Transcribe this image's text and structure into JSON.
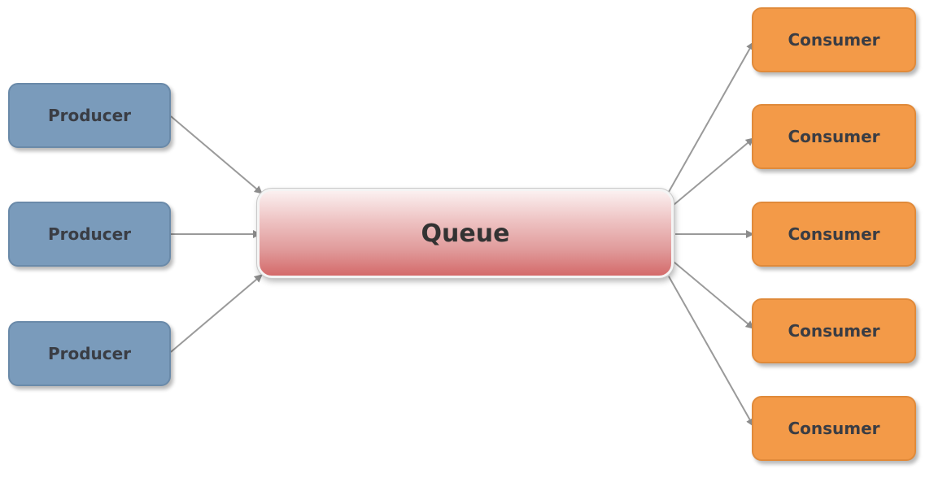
{
  "queue": {
    "label": "Queue"
  },
  "producers": [
    {
      "label": "Producer"
    },
    {
      "label": "Producer"
    },
    {
      "label": "Producer"
    }
  ],
  "consumers": [
    {
      "label": "Consumer"
    },
    {
      "label": "Consumer"
    },
    {
      "label": "Consumer"
    },
    {
      "label": "Consumer"
    },
    {
      "label": "Consumer"
    }
  ],
  "colors": {
    "producer": "#7a9bbb",
    "consumer": "#f39a48",
    "queue": "#d46a6a",
    "arrow": "#9a9a9a"
  }
}
